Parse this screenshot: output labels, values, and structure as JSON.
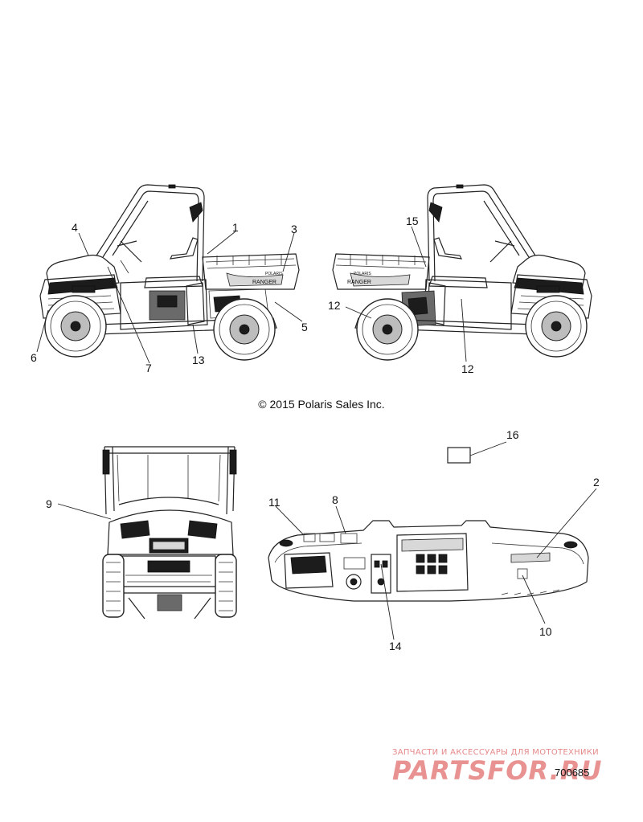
{
  "callouts": [
    {
      "id": "c1",
      "label": "1"
    },
    {
      "id": "c2",
      "label": "2"
    },
    {
      "id": "c3",
      "label": "3"
    },
    {
      "id": "c4",
      "label": "4"
    },
    {
      "id": "c5",
      "label": "5"
    },
    {
      "id": "c6",
      "label": "6"
    },
    {
      "id": "c7",
      "label": "7"
    },
    {
      "id": "c8",
      "label": "8"
    },
    {
      "id": "c9",
      "label": "9"
    },
    {
      "id": "c10",
      "label": "10"
    },
    {
      "id": "c11",
      "label": "11"
    },
    {
      "id": "c12a",
      "label": "12"
    },
    {
      "id": "c12b",
      "label": "12"
    },
    {
      "id": "c13",
      "label": "13"
    },
    {
      "id": "c14",
      "label": "14"
    },
    {
      "id": "c15",
      "label": "15"
    },
    {
      "id": "c16",
      "label": "16"
    }
  ],
  "copyright": "© 2015 Polaris Sales Inc.",
  "decal_text": {
    "brand": "POLARIS",
    "model": "RANGER"
  },
  "drawing_number": "700685",
  "watermark": {
    "subtitle": "ЗАПЧАСТИ И АКСЕССУАРЫ ДЛЯ МОТОТЕХНИКИ",
    "logo": "PARTSFOR.RU"
  }
}
